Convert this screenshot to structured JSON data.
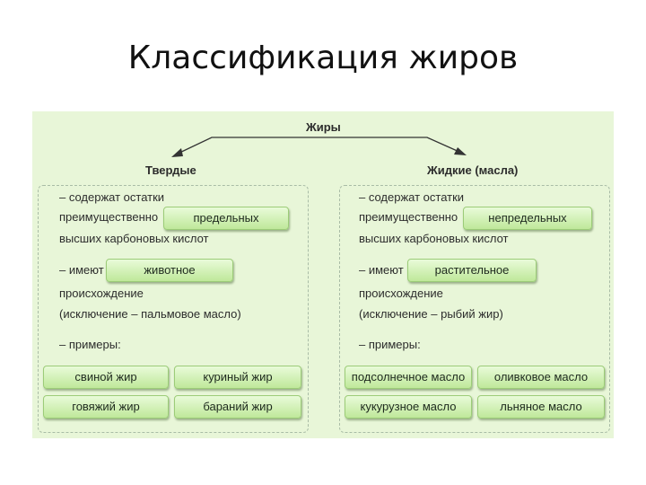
{
  "title": "Классификация жиров",
  "root": "Жиры",
  "solid": {
    "heading": "Твердые",
    "line1": "– содержат остатки",
    "line2": "преимущественно",
    "line2_pill": "предельных",
    "line3": "высших карбоновых кислот",
    "line4": "– имеют",
    "line4_pill": "животное",
    "line5": "происхождение",
    "line6": "(исключение – пальмовое масло)",
    "line7": "– примеры:",
    "examples": [
      "свиной жир",
      "куриный жир",
      "говяжий жир",
      "бараний жир"
    ]
  },
  "liquid": {
    "heading": "Жидкие (масла)",
    "line1": "– содержат остатки",
    "line2": "преимущественно",
    "line2_pill": "непредельных",
    "line3": "высших карбоновых кислот",
    "line4": "– имеют",
    "line4_pill": "растительное",
    "line5": "происхождение",
    "line6": "(исключение – рыбий жир)",
    "line7": "– примеры:",
    "examples": [
      "подсолнечное масло",
      "оливковое масло",
      "кукурузное масло",
      "льняное масло"
    ]
  }
}
